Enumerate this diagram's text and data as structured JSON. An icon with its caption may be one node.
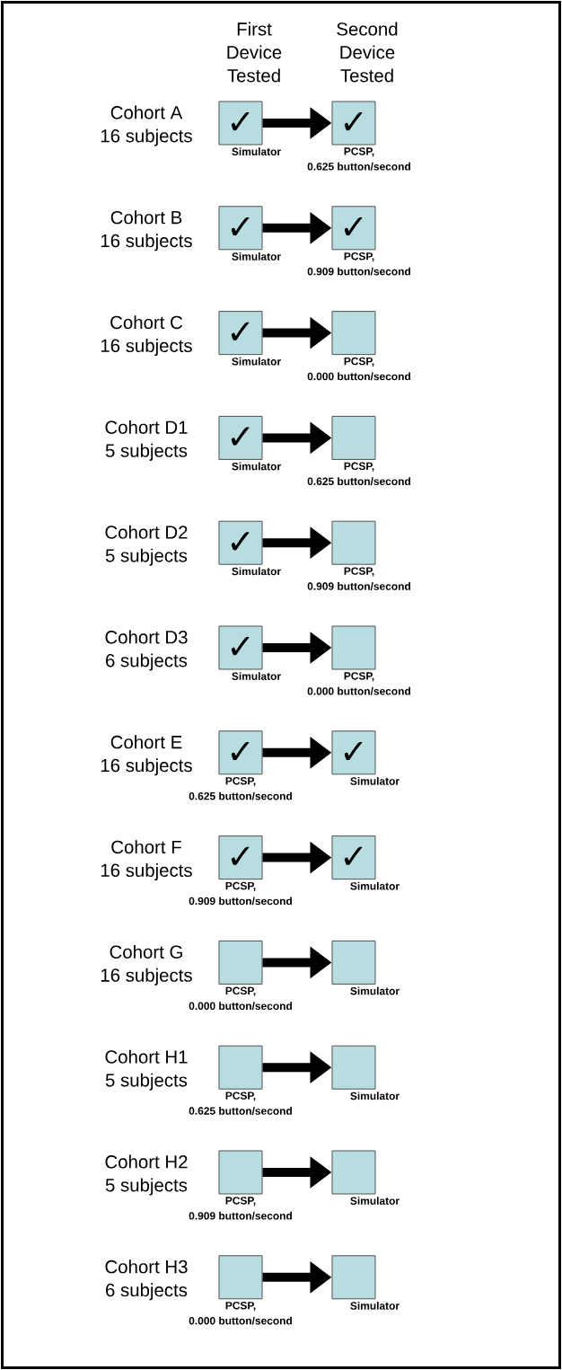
{
  "diagram": {
    "nodes": [
      {
        "text": [
          "✓"
        ],
        "beside": [
          "Simulator"
        ]
      },
      {
        "text": [
          "✓"
        ],
        "beside": [
          "PCSP, 0.625 button/second"
        ]
      },
      {
        "text": [
          "✓"
        ],
        "beside": [
          "Simulator"
        ]
      },
      {
        "text": [
          "✓"
        ],
        "beside": [
          "PCSP, 0.909 button/second"
        ]
      },
      {
        "text": [
          "✓"
        ],
        "beside": [
          "Simulator"
        ]
      },
      {
        "text": [],
        "shape": "box",
        "beside": [
          "PCSP, 0.000 button/second"
        ]
      },
      {
        "text": [
          "✓"
        ],
        "beside": [
          "Simulator"
        ]
      },
      {
        "text": [],
        "shape": "box",
        "beside": [
          "PCSP, 0.625 button/second"
        ]
      },
      {
        "text": [
          "✓"
        ],
        "beside": [
          "Simulator"
        ]
      },
      {
        "text": [],
        "shape": "box",
        "beside": [
          "PCSP, 0.909 button/second"
        ]
      },
      {
        "text": [
          "✓"
        ],
        "beside": [
          "Simulator"
        ]
      },
      {
        "text": [],
        "shape": "box",
        "beside": [
          "PCSP, 0.000 button/second"
        ]
      },
      {
        "text": [
          "✓"
        ],
        "beside": [
          "PCSP, 0.625 button/second"
        ]
      },
      {
        "text": [
          "✓"
        ],
        "beside": [
          "Simulator"
        ]
      },
      {
        "text": [
          "✓"
        ],
        "beside": [
          "PCSP, 0.909 button/second"
        ]
      },
      {
        "text": [
          "✓"
        ],
        "beside": [
          "Simulator"
        ]
      },
      {
        "text": [],
        "shape": "box",
        "beside": [
          "PCSP, 0.000 button/second"
        ]
      },
      {
        "text": [],
        "shape": "box",
        "beside": [
          "Simulator"
        ]
      },
      {
        "text": [],
        "shape": "box",
        "beside": [
          "PCSP, 0.625 button/second"
        ]
      },
      {
        "text": [],
        "shape": "box",
        "beside": [
          "Simulator"
        ]
      },
      {
        "text": [],
        "shape": "box",
        "beside": [
          "PCSP, 0.909 button/second"
        ]
      },
      {
        "text": [],
        "shape": "box",
        "beside": [
          "Simulator"
        ]
      },
      {
        "text": [],
        "shape": "box",
        "beside": [
          "PCSP, 0.000 button/second"
        ]
      },
      {
        "text": [],
        "shape": "box",
        "beside": [
          "Simulator"
        ]
      }
    ],
    "edges": [
      {
        "from": 0,
        "to": 1,
        "arrow": "to"
      },
      {
        "from": 2,
        "to": 3,
        "arrow": "to"
      },
      {
        "from": 4,
        "to": 5,
        "arrow": "to"
      },
      {
        "from": 6,
        "to": 7,
        "arrow": "to"
      },
      {
        "from": 8,
        "to": 9,
        "arrow": "to"
      },
      {
        "from": 10,
        "to": 11,
        "arrow": "to"
      },
      {
        "from": 12,
        "to": 13,
        "arrow": "to"
      },
      {
        "from": 14,
        "to": 15,
        "arrow": "to"
      },
      {
        "from": 16,
        "to": 17,
        "arrow": "to"
      },
      {
        "from": 18,
        "to": 19,
        "arrow": "to"
      },
      {
        "from": 20,
        "to": 21,
        "arrow": "to"
      },
      {
        "from": 22,
        "to": 23,
        "arrow": "to"
      }
    ],
    "labels": [
      "First Device Tested",
      "Second Device Tested",
      "Cohort A 16 subjects",
      "Cohort B 16 subjects",
      "Cohort C 16 subjects",
      "Cohort D1 5 subjects",
      "Cohort D2 5 subjects",
      "Cohort D3 6 subjects",
      "Cohort E 16 subjects",
      "Cohort F 16 subjects",
      "Cohort G 16 subjects",
      "Cohort H1 5 subjects",
      "Cohort H2 5 subjects",
      "Cohort H3 6 subjects"
    ]
  }
}
